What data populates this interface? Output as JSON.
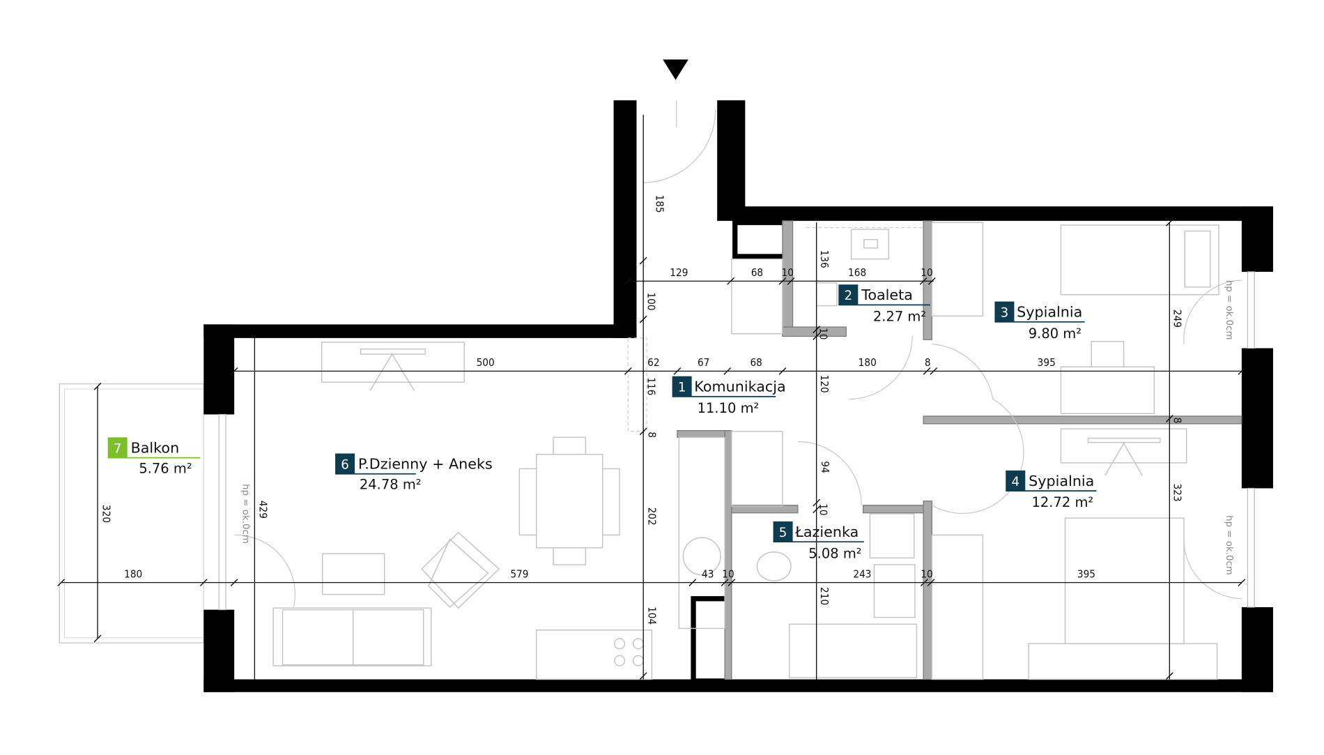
{
  "plan": {
    "colors": {
      "room_label": "#0d3b4f",
      "balcony_label": "#7dbf2b",
      "structural_wall": "#000000",
      "partition_wall": "#a9a9a9"
    },
    "entrance_icon": "entrance-arrow-icon",
    "rooms": [
      {
        "number": "1",
        "name": "Komunikacja",
        "area": "11.10 m²"
      },
      {
        "number": "2",
        "name": "Toaleta",
        "area": "2.27 m²"
      },
      {
        "number": "3",
        "name": "Sypialnia",
        "area": "9.80 m²"
      },
      {
        "number": "4",
        "name": "Sypialnia",
        "area": "12.72 m²"
      },
      {
        "number": "5",
        "name": "Łazienka",
        "area": "5.08 m²"
      },
      {
        "number": "6",
        "name": "P.Dzienny + Aneks",
        "area": "24.78 m²"
      },
      {
        "number": "7",
        "name": "Balkon",
        "area": "5.76 m²"
      }
    ],
    "dimensions": [
      "185",
      "129",
      "68",
      "10",
      "136",
      "168",
      "10",
      "100",
      "10",
      "249",
      "500",
      "62",
      "67",
      "68",
      "180",
      "8",
      "395",
      "116",
      "120",
      "8",
      "8",
      "94",
      "320",
      "429",
      "202",
      "10",
      "323",
      "180",
      "579",
      "43",
      "10",
      "243",
      "10",
      "395",
      "104",
      "210"
    ],
    "window_notes": [
      "hp = ok.0cm",
      "hp = ok.0cm",
      "hp = ok.0cm"
    ]
  }
}
